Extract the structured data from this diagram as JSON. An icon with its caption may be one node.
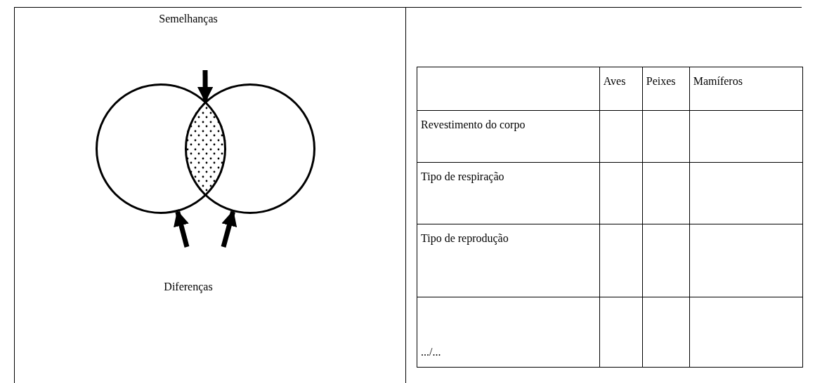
{
  "diagram": {
    "nodes": [
      {
        "text": [],
        "shape": "circle"
      },
      {
        "text": [],
        "shape": "circle"
      },
      {
        "text": [],
        "shape": "lens"
      }
    ],
    "edges": [
      {
        "from": null,
        "to": 2,
        "arrow": "to"
      },
      {
        "from": null,
        "to": 0,
        "arrow": "to"
      },
      {
        "from": null,
        "to": 1,
        "arrow": "to"
      }
    ],
    "labels": [
      "Semelhanças",
      "Diferenças",
      "Aves",
      "Peixes",
      "Mamíferos",
      "Revestimento do corpo",
      "Tipo de respiração",
      "Tipo de reprodução",
      ".../..."
    ]
  }
}
